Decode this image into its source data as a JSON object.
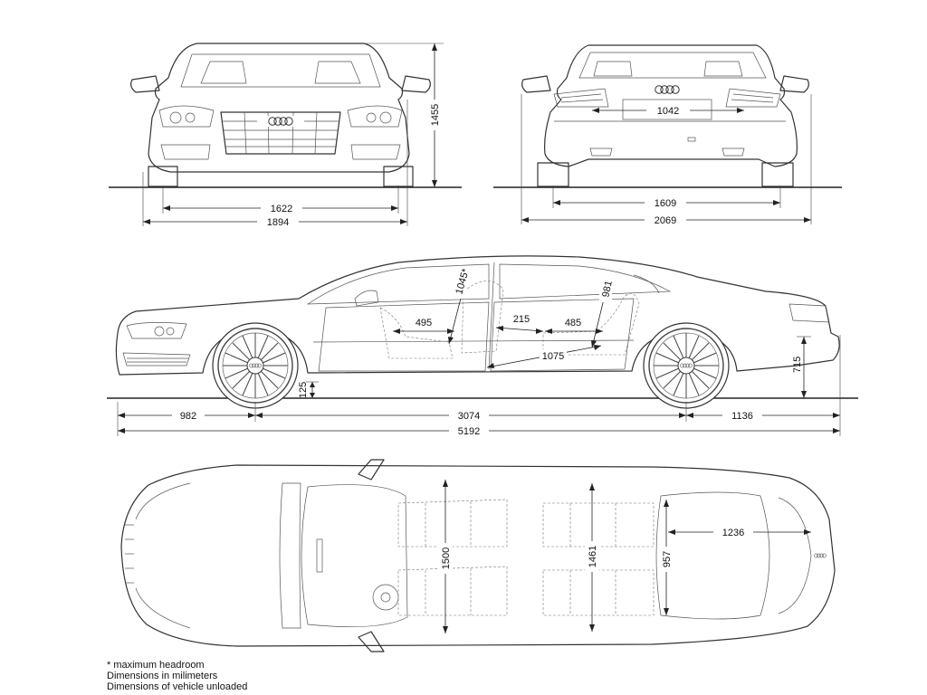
{
  "front_view": {
    "height": "1455",
    "track": "1622",
    "width": "1894"
  },
  "rear_view": {
    "plate_width": "1042",
    "track": "1609",
    "width": "2069"
  },
  "side_view": {
    "headroom_front": "1045*",
    "headroom_rear": "981",
    "seat_depth_front": "495",
    "seat_gap": "215",
    "seat_depth_rear": "485",
    "legroom_rear": "1075",
    "ground_clearance": "125",
    "load_height": "715",
    "front_overhang": "982",
    "wheelbase": "3074",
    "rear_overhang": "1136",
    "length": "5192"
  },
  "top_view": {
    "front_cabin_width": "1500",
    "rear_cabin_width": "1461",
    "trunk_width": "1236",
    "trunk_depth": "957"
  },
  "notes": {
    "line1": "* maximum headroom",
    "line2": "Dimensions in milimeters",
    "line3": "Dimensions of vehicle unloaded"
  },
  "brand_logo": "four-rings-icon"
}
